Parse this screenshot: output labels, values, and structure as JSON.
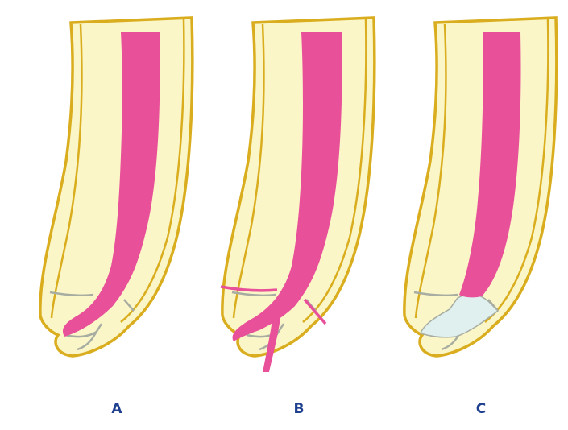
{
  "colors": {
    "dentin": "#fbf6c8",
    "outline": "#d9ad1e",
    "canal": "#e8509a",
    "seam": "#a8ada2",
    "apical_fill": "#dff0ee",
    "label": "#1f3f8f"
  },
  "panels": [
    {
      "label": "A",
      "variant": "canal-extends-to-lateral-apex"
    },
    {
      "label": "B",
      "variant": "canal-with-pink-fracture-lines-and-apical-branch"
    },
    {
      "label": "C",
      "variant": "canal-ends-above-light-blue-apical-fill"
    }
  ]
}
